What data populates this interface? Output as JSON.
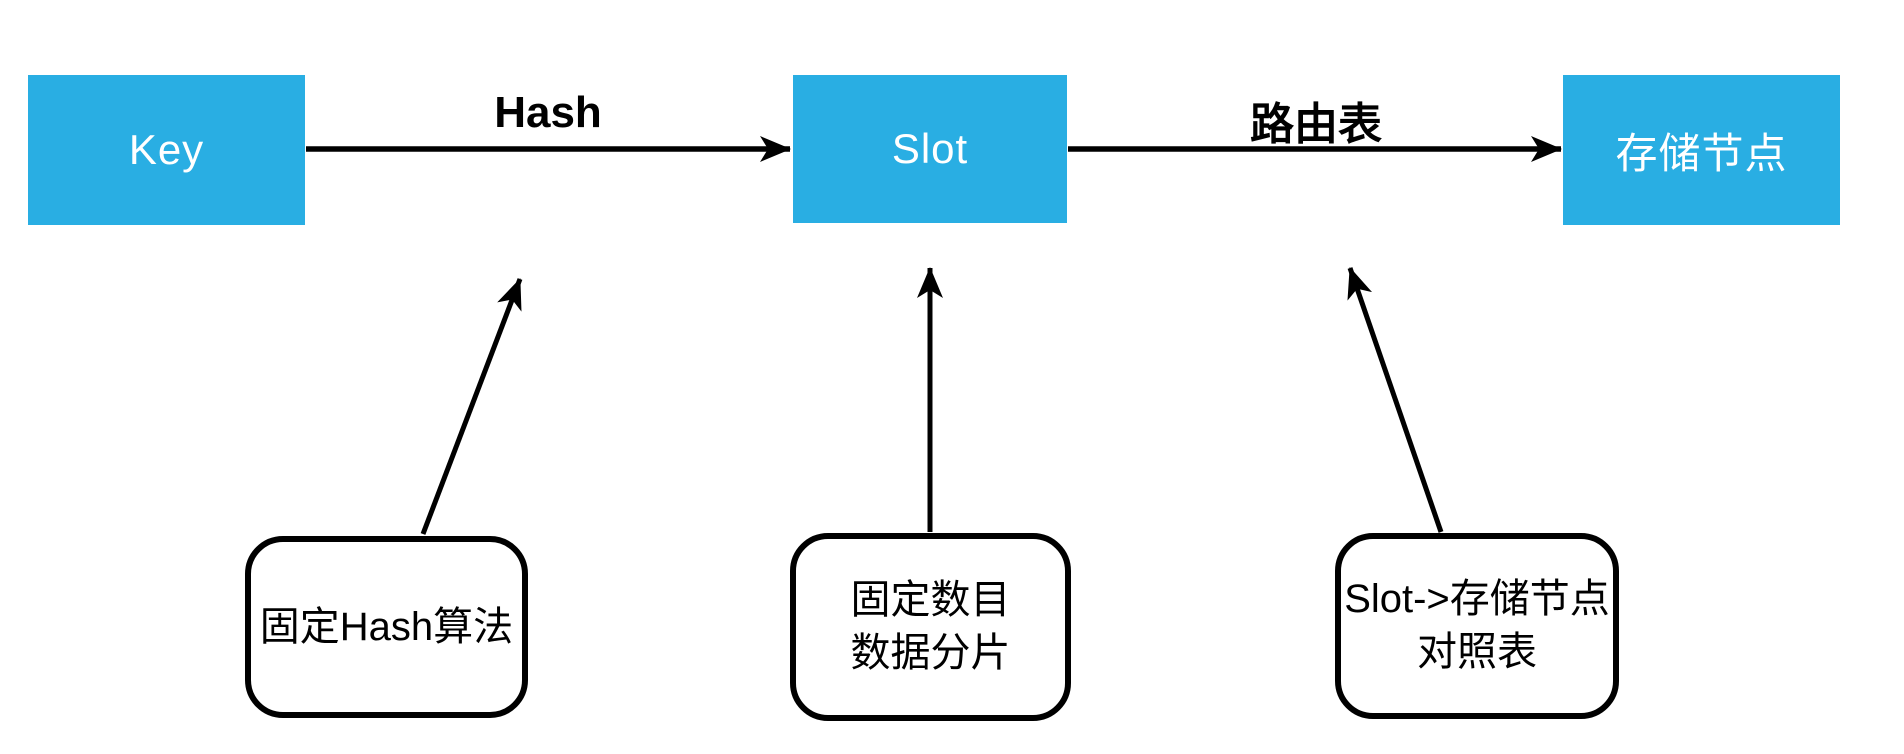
{
  "diagram": {
    "nodes": {
      "key": {
        "label": "Key"
      },
      "slot": {
        "label": "Slot"
      },
      "storage": {
        "label": "存储节点"
      }
    },
    "edges": {
      "hash": {
        "label": "Hash"
      },
      "routing": {
        "label": "路由表"
      }
    },
    "annotations": {
      "hash_algo": {
        "label": "固定Hash算法"
      },
      "shards": {
        "label": "固定数目\n数据分片"
      },
      "mapping": {
        "label": "Slot->存储节点\n对照表"
      }
    },
    "colors": {
      "node_fill": "#29AEE3",
      "node_text": "#FFFFFF",
      "line": "#000000",
      "background": "#FFFFFF"
    }
  }
}
